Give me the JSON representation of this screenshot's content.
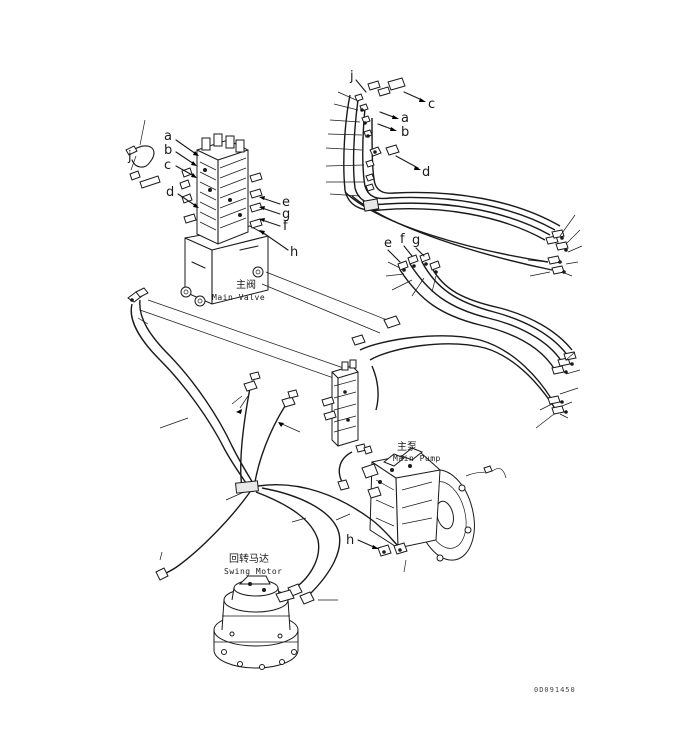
{
  "components": {
    "main_valve": {
      "label_cn": "主阀",
      "label_en": "Main Valve"
    },
    "main_pump": {
      "label_cn": "主泵",
      "label_en": "Main Pump"
    },
    "swing_motor": {
      "label_cn": "回转马达",
      "label_en": "Swing Motor"
    }
  },
  "callouts": {
    "valve": {
      "a": "a",
      "b": "b",
      "c": "c",
      "d": "d",
      "e": "e",
      "g": "g",
      "f": "f",
      "h": "h",
      "j": "j"
    },
    "top_right": {
      "j": "j",
      "c": "c",
      "a": "a",
      "b": "b",
      "d": "d"
    },
    "middle": {
      "e": "e",
      "f": "f",
      "g": "g"
    },
    "bottom": {
      "h": "h"
    }
  },
  "drawing_code": "0D091450"
}
